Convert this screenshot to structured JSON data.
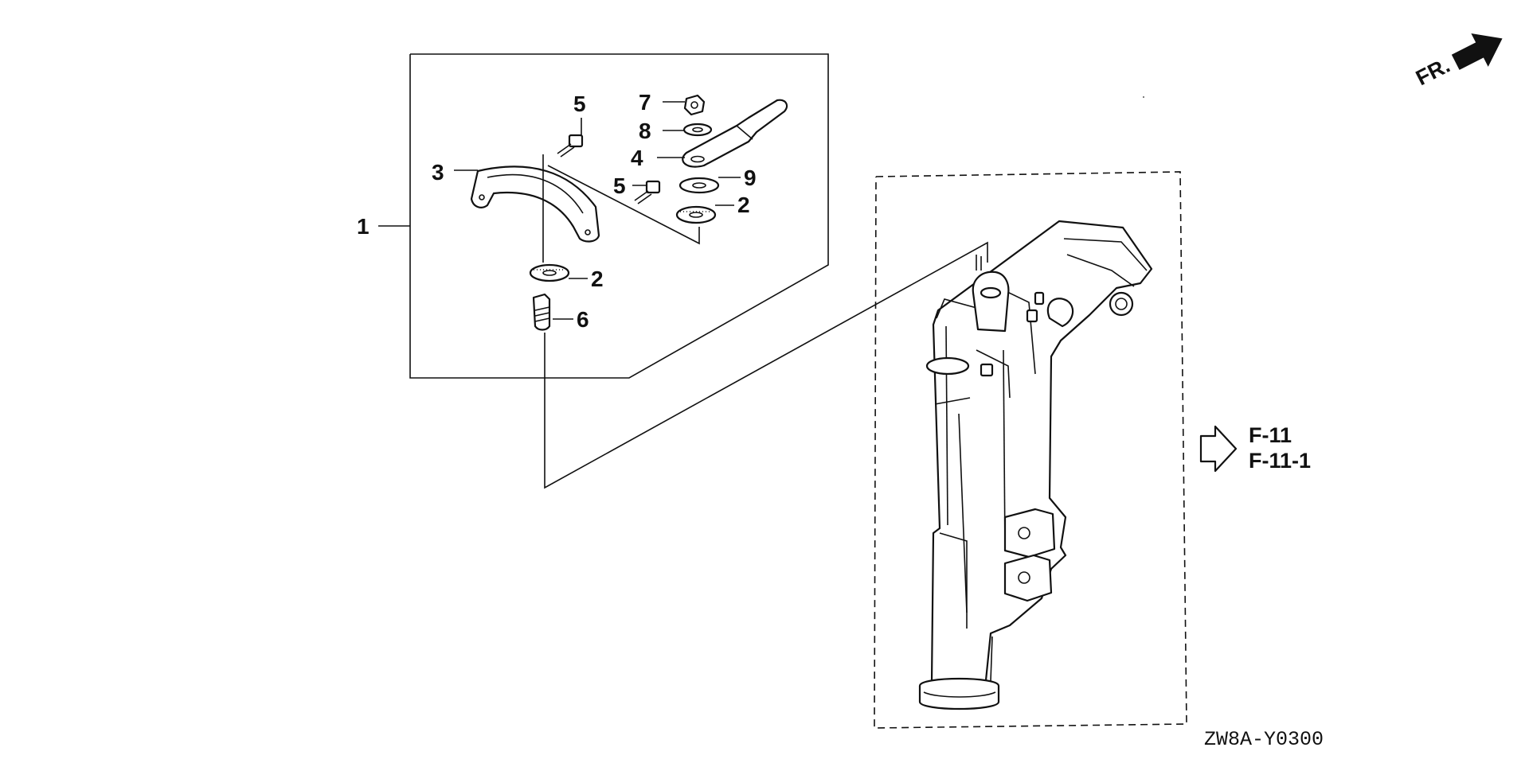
{
  "callouts": {
    "c1": "1",
    "c2a": "2",
    "c2b": "2",
    "c3": "3",
    "c4": "4",
    "c5a": "5",
    "c5b": "5",
    "c6": "6",
    "c7": "7",
    "c8": "8",
    "c9": "9"
  },
  "references": {
    "ref1": "F-11",
    "ref2": "F-11-1"
  },
  "front_indicator": "FR.",
  "diagram_code": "ZW8A-Y0300"
}
